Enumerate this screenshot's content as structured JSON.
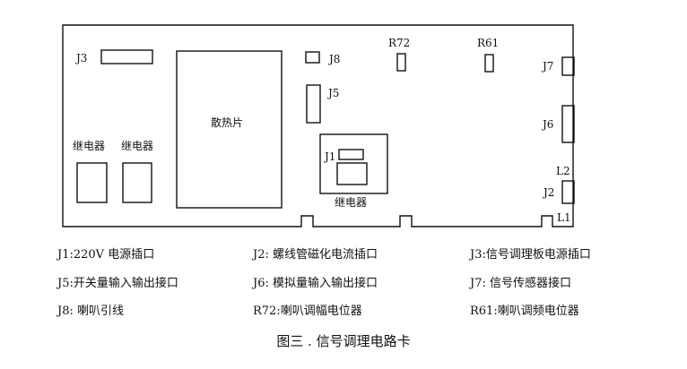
{
  "board": {
    "j3": "J3",
    "j8": "J8",
    "j5": "J5",
    "r72": "R72",
    "r61": "R61",
    "j7": "J7",
    "j6": "J6",
    "l2": "L2",
    "j2": "J2",
    "l1": "L1",
    "j1": "J1",
    "heatsink": "散热片",
    "relay_left": "继电器",
    "relay_right": "继电器",
    "relay_center": "继电器"
  },
  "legend": {
    "row1": [
      "J1:220V 电源插口",
      "J2: 螺线管磁化电流插口",
      "J3:信号调理板电源插口"
    ],
    "row2": [
      "J5:开关量输入输出接口",
      "J6: 模拟量输入输出接口",
      "J7: 信号传感器接口"
    ],
    "row3": [
      "J8: 喇叭引线",
      "R72:喇叭调幅电位器",
      "R61:喇叭调频电位器"
    ]
  },
  "caption": "图三 . 信号调理电路卡"
}
